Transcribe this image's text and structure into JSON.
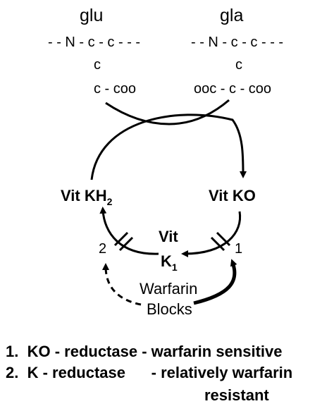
{
  "molecules": {
    "left": {
      "name": "glu",
      "line1": "- - N - c - c - - -",
      "line2": "c",
      "line3": "c - coo"
    },
    "right": {
      "name": "gla",
      "line1": "- - N - c - c - - -",
      "line2": "c",
      "line3": "ooc - c - coo"
    }
  },
  "cycle": {
    "left_label": "Vit KH",
    "left_label_sub": "2",
    "right_label": "Vit KO",
    "center_label_top": "Vit",
    "center_label_bottom": "K",
    "center_label_sub": "1",
    "site_left": "2",
    "site_right": "1"
  },
  "warfarin": {
    "line1": "Warfarin",
    "line2": "Blocks"
  },
  "legend": [
    {
      "number": "1.",
      "text": "KO - reductase - warfarin sensitive"
    },
    {
      "number": "2.",
      "text": "K - reductase      - relatively warfarin"
    },
    {
      "number": "",
      "text": "resistant"
    }
  ],
  "colors": {
    "ink": "#000000",
    "background": "#ffffff"
  }
}
